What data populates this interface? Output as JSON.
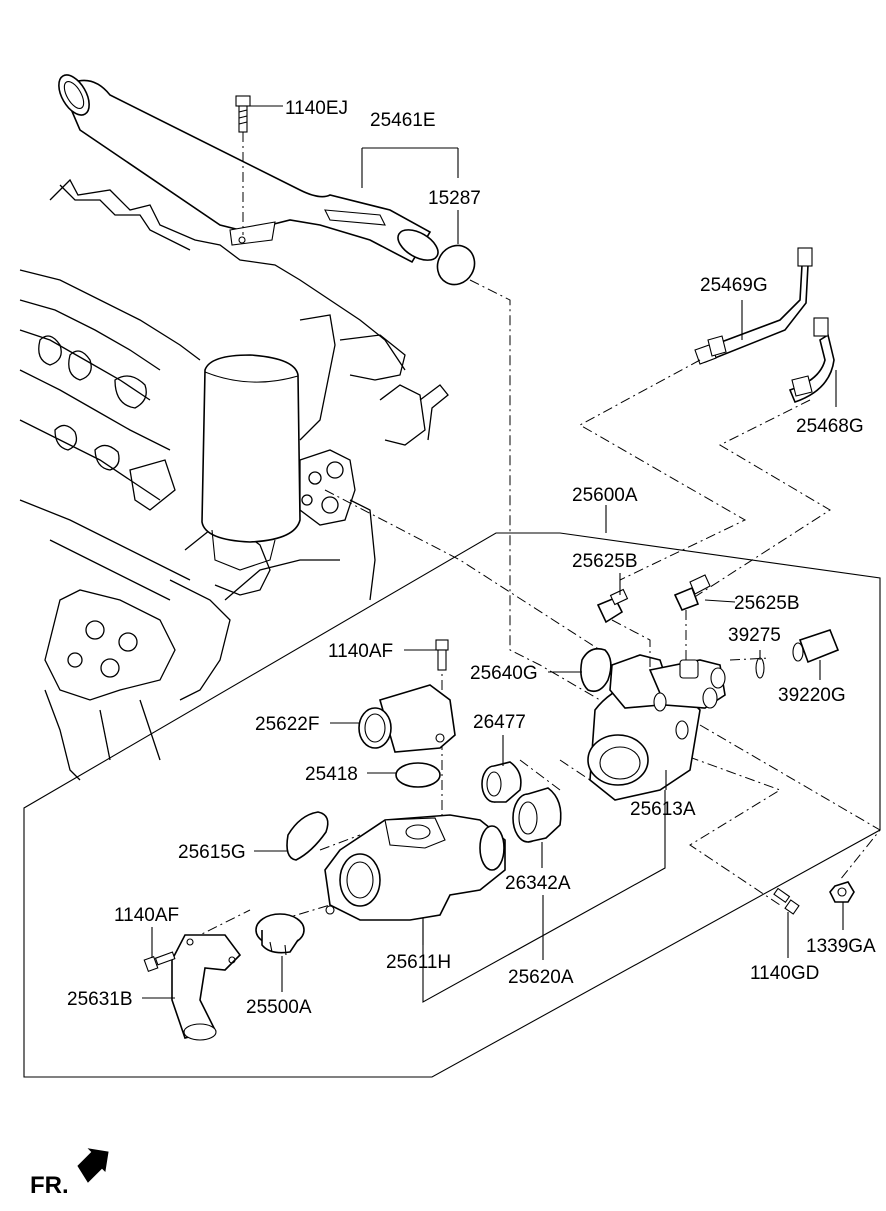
{
  "parts": {
    "p1140EJ": "1140EJ",
    "p25461E": "25461E",
    "p15287": "15287",
    "p25469G": "25469G",
    "p25468G": "25468G",
    "p25600A": "25600A",
    "p25625B_a": "25625B",
    "p25625B_b": "25625B",
    "p39275": "39275",
    "p39220G": "39220G",
    "p1140AF_a": "1140AF",
    "p25640G": "25640G",
    "p25622F": "25622F",
    "p26477": "26477",
    "p25418": "25418",
    "p25613A": "25613A",
    "p25615G": "25615G",
    "p26342A": "26342A",
    "p1140AF_b": "1140AF",
    "p25611H": "25611H",
    "p25620A": "25620A",
    "p25631B": "25631B",
    "p25500A": "25500A",
    "p1140GD": "1140GD",
    "p1339GA": "1339GA"
  },
  "direction": {
    "label": "FR.",
    "icon": "arrow-down-left-icon"
  },
  "colors": {
    "ink": "#000000",
    "paper": "#ffffff"
  }
}
